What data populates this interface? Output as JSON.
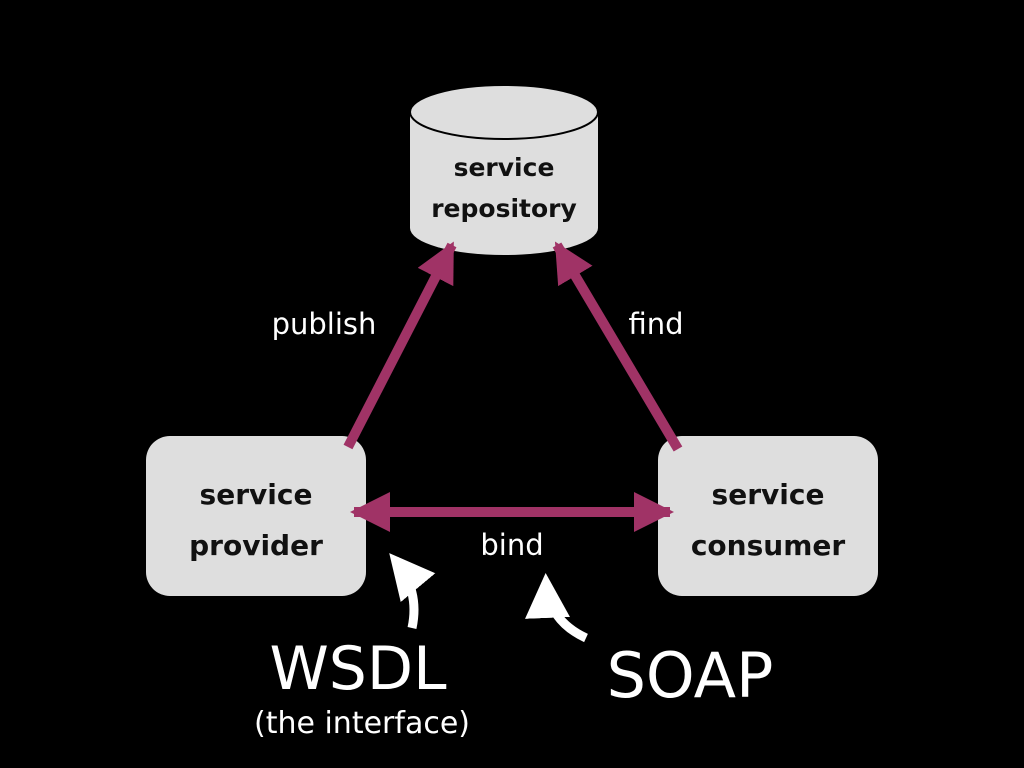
{
  "colors": {
    "background": "#000000",
    "node_fill": "#dedede",
    "arrow": "#a03366",
    "annotation_arrow": "#ffffff",
    "text_dark": "#111111",
    "text_light": "#ffffff"
  },
  "nodes": {
    "repository": {
      "shape": "cylinder",
      "line1": "service",
      "line2": "repository"
    },
    "provider": {
      "shape": "rounded-rectangle",
      "line1": "service",
      "line2": "provider"
    },
    "consumer": {
      "shape": "rounded-rectangle",
      "line1": "service",
      "line2": "consumer"
    }
  },
  "edges": {
    "publish": {
      "label": "publish",
      "from": "provider",
      "to": "repository"
    },
    "find": {
      "label": "find",
      "from": "consumer",
      "to": "repository"
    },
    "bind": {
      "label": "bind",
      "from": "provider",
      "to": "consumer",
      "bidirectional": true
    }
  },
  "annotations": {
    "wsdl": {
      "title": "WSDL",
      "subtitle": "(the interface)",
      "points_to": "provider"
    },
    "soap": {
      "title": "SOAP",
      "points_to": "bind"
    }
  }
}
